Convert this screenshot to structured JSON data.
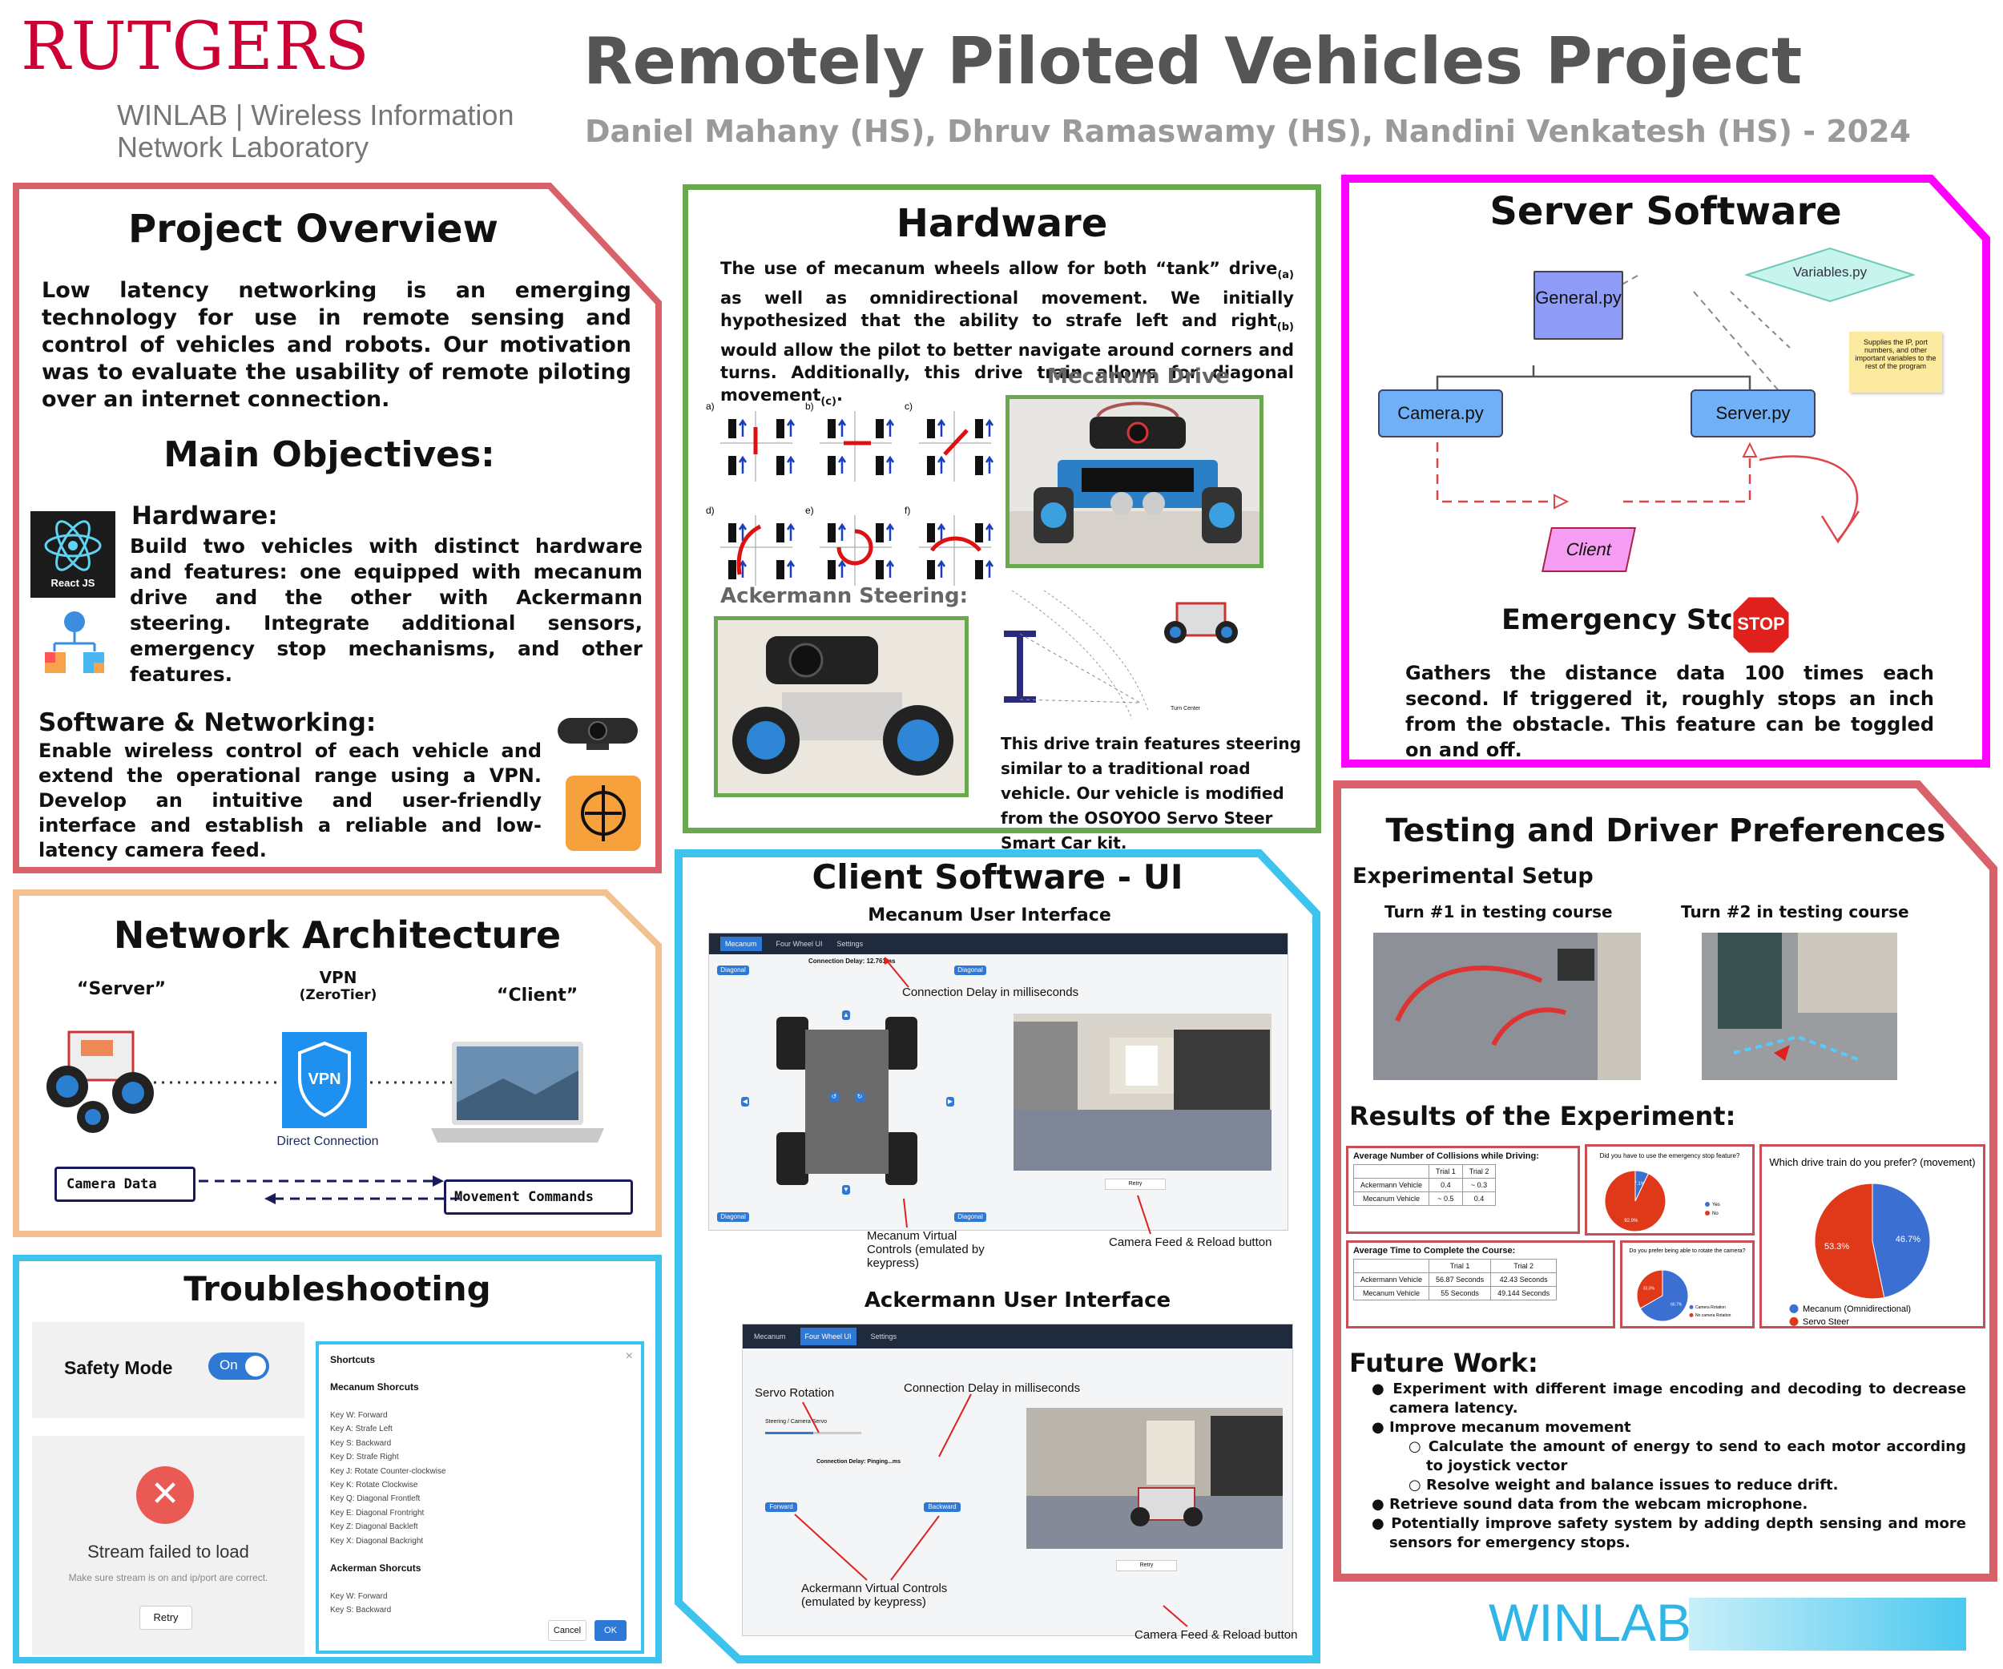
{
  "header": {
    "logo_text": "RUTGERS",
    "lab_line1": "WINLAB | Wireless Information",
    "lab_line2": "Network Laboratory",
    "title": "Remotely Piloted Vehicles Project",
    "authors": "Daniel Mahany (HS), Dhruv Ramaswamy (HS), Nandini Venkatesh (HS) - 2024"
  },
  "colors": {
    "red": "#d9626a",
    "green": "#6aa84f",
    "magenta": "#ff00ff",
    "orange": "#f4c08f",
    "cyan": "#3cc3ee",
    "rutgers": "#cc0033"
  },
  "overview": {
    "title": "Project Overview",
    "text": "Low latency networking is an emerging technology for use in remote sensing and control of vehicles and robots. Our motivation was to evaluate the usability of remote piloting over an internet connection.",
    "objectives_title": "Main Objectives:",
    "hw_heading": "Hardware:",
    "hw_text": "Build two vehicles with distinct hardware and features: one equipped with mecanum drive and the other with Ackermann steering. Integrate additional sensors, emergency stop mechanisms, and other features.",
    "react_label": "React JS",
    "sw_heading": "Software & Networking:",
    "sw_text": "Enable wireless control of each vehicle and extend the operational range using a VPN. Develop an intuitive and user-friendly interface and establish a reliable and low-latency camera feed.",
    "icons": [
      "react-icon",
      "network-icon",
      "webcam-icon",
      "openvpn-icon"
    ]
  },
  "hardware": {
    "title": "Hardware",
    "text_1": "The use of mecanum wheels allow for both “tank” drive",
    "sub_a": "(a)",
    "text_2": " as well as omnidirectional movement. We initially hypothesized that the ability to strafe left and right",
    "sub_b": "(b)",
    "text_3": " would allow the pilot to better navigate around corners and turns. Additionally, this drive train allows for diagonal movement",
    "sub_c": "(c)",
    "text_4": ".",
    "mecanum_label": "Mecanum Drive",
    "diagram_letters": [
      "a)",
      "b)",
      "c)",
      "d)",
      "e)",
      "f)"
    ],
    "ackermann_label": "Ackermann Steering:",
    "turn_center_label": "Turn Center",
    "ackermann_text": "This drive train features steering similar to a traditional road vehicle. Our vehicle is modified from the OSOYOO Servo Steer Smart Car kit."
  },
  "server": {
    "title": "Server Software",
    "nodes": {
      "general": "General.py",
      "variables": "Variables.py",
      "camera": "Camera.py",
      "server": "Server.py",
      "client": "Client"
    },
    "note": "Supplies the IP, port numbers, and other important variables to the rest of the program",
    "estop_title": "Emergency Stop",
    "stop_sign": "STOP",
    "estop_text": "Gathers the distance data 100 times each second. If triggered it, roughly stops an inch from the obstacle. This feature can be toggled on and off."
  },
  "network": {
    "title": "Network Architecture",
    "server_label": "“Server”",
    "vpn_label": "VPN",
    "vpn_sub": "(ZeroTier)",
    "client_label": "“Client”",
    "vpn_icon_text": "VPN",
    "direct": "Direct Connection",
    "camera_data": "Camera Data",
    "movement": "Movement Commands"
  },
  "client": {
    "title": "Client Software - UI",
    "mecanum_ui": "Mecanum User Interface",
    "tabs_1": [
      "Mecanum",
      "Four Wheel UI",
      "Settings"
    ],
    "delay_1": "Connection Delay: 12.761ms",
    "diag": "Diagonal",
    "retry": "Retry",
    "ann_delay_1": "Connection Delay in milliseconds",
    "ann_controls_1": "Mecanum Virtual Controls (emulated by keypress)",
    "ann_camera_1": "Camera Feed & Reload button",
    "ackermann_ui": "Ackermann User Interface",
    "tabs_2": [
      "Mecanum",
      "Four Wheel UI",
      "Settings"
    ],
    "servo_label": "Servo Rotation",
    "slider_label": "Steering / Camera Servo",
    "servo_value": 0.5,
    "delay_2": "Connection Delay: Pinging...ms",
    "ann_delay_2": "Connection Delay in milliseconds",
    "forward": "Forward",
    "backward": "Backward",
    "ann_controls_2": "Ackermann Virtual Controls (emulated by keypress)",
    "ann_camera_2": "Camera Feed & Reload button"
  },
  "trouble": {
    "title": "Troubleshooting",
    "safety": "Safety Mode",
    "toggle": "On",
    "stream_fail": "Stream failed to load",
    "stream_hint": "Make sure stream is on and ip/port are correct.",
    "retry": "Retry",
    "shortcuts_title": "Shortcuts",
    "mecanum_heading": "Mecanum Shorcuts",
    "mecanum_keys": [
      "Key W: Forward",
      "Key A: Strafe Left",
      "Key S: Backward",
      "Key D: Strafe Right",
      "Key J: Rotate Counter-clockwise",
      "Key K: Rotate Clockwise",
      "Key Q: Diagonal Frontleft",
      "Key E: Diagonal Frontright",
      "Key Z: Diagonal Backleft",
      "Key X: Diagonal Backright"
    ],
    "ackermann_heading": "Ackerman Shorcuts",
    "ackermann_keys": [
      "Key W: Forward",
      "Key S: Backward"
    ],
    "cancel": "Cancel",
    "ok": "OK"
  },
  "testing": {
    "title": "Testing and Driver Preferences",
    "setup": "Experimental Setup",
    "turn1": "Turn #1 in testing course",
    "turn2": "Turn #2 in testing course",
    "results": "Results of the Experiment:",
    "collisions_title": "Average Number of Collisions while Driving:",
    "collisions_header": [
      "",
      "Trial 1",
      "Trial 2"
    ],
    "collisions_rows": [
      [
        "Ackermann Vehicle",
        "0.4",
        "~ 0.3"
      ],
      [
        "Mecanum Vehicle",
        "~ 0.5",
        "0.4"
      ]
    ],
    "time_title": "Average Time to Complete the Course:",
    "time_header": [
      "",
      "Trial 1",
      "Trial 2"
    ],
    "time_rows": [
      [
        "Ackermann Vehicle",
        "56.87 Seconds",
        "42.43 Seconds"
      ],
      [
        "Mecanum Vehicle",
        "55 Seconds",
        "49.144 Seconds"
      ]
    ],
    "future_title": "Future Work:",
    "future": [
      {
        "text": "Experiment with different image encoding and decoding to decrease camera latency.",
        "level": 1
      },
      {
        "text": "Improve mecanum movement",
        "level": 1
      },
      {
        "text": "Calculate the amount of energy to send to each motor according to joystick vector",
        "level": 2
      },
      {
        "text": "Resolve weight and balance issues to reduce drift.",
        "level": 2
      },
      {
        "text": "Retrieve sound data from the webcam microphone.",
        "level": 1
      },
      {
        "text": "Potentially improve safety system by adding depth sensing and more sensors for emergency stops.",
        "level": 1
      }
    ]
  },
  "chart_data": [
    {
      "type": "pie",
      "title": "Did you have to use the emergency stop feature?",
      "categories": [
        "Yes",
        "No"
      ],
      "values": [
        7.1,
        92.9
      ],
      "colors": [
        "#3b6fd1",
        "#e0391a"
      ],
      "labels": [
        "7.1%",
        "92.9%"
      ],
      "legend": "right"
    },
    {
      "type": "pie",
      "title": "Do you prefer being able to rotate the camera?",
      "categories": [
        "Camera Rotation",
        "No camera Rotation"
      ],
      "values": [
        66.7,
        33.3
      ],
      "colors": [
        "#3b6fd1",
        "#e0391a"
      ],
      "labels": [
        "66.7%",
        "33.3%"
      ],
      "legend": "right"
    },
    {
      "type": "pie",
      "title": "Which drive train do you prefer? (movement)",
      "categories": [
        "Mecanum (Omnidirectional)",
        "Servo Steer"
      ],
      "values": [
        46.7,
        53.3
      ],
      "colors": [
        "#3b6fd1",
        "#e0391a"
      ],
      "labels": [
        "46.7%",
        "53.3%"
      ],
      "legend": "bottom"
    }
  ],
  "footer": {
    "winlab": "WINLAB"
  }
}
